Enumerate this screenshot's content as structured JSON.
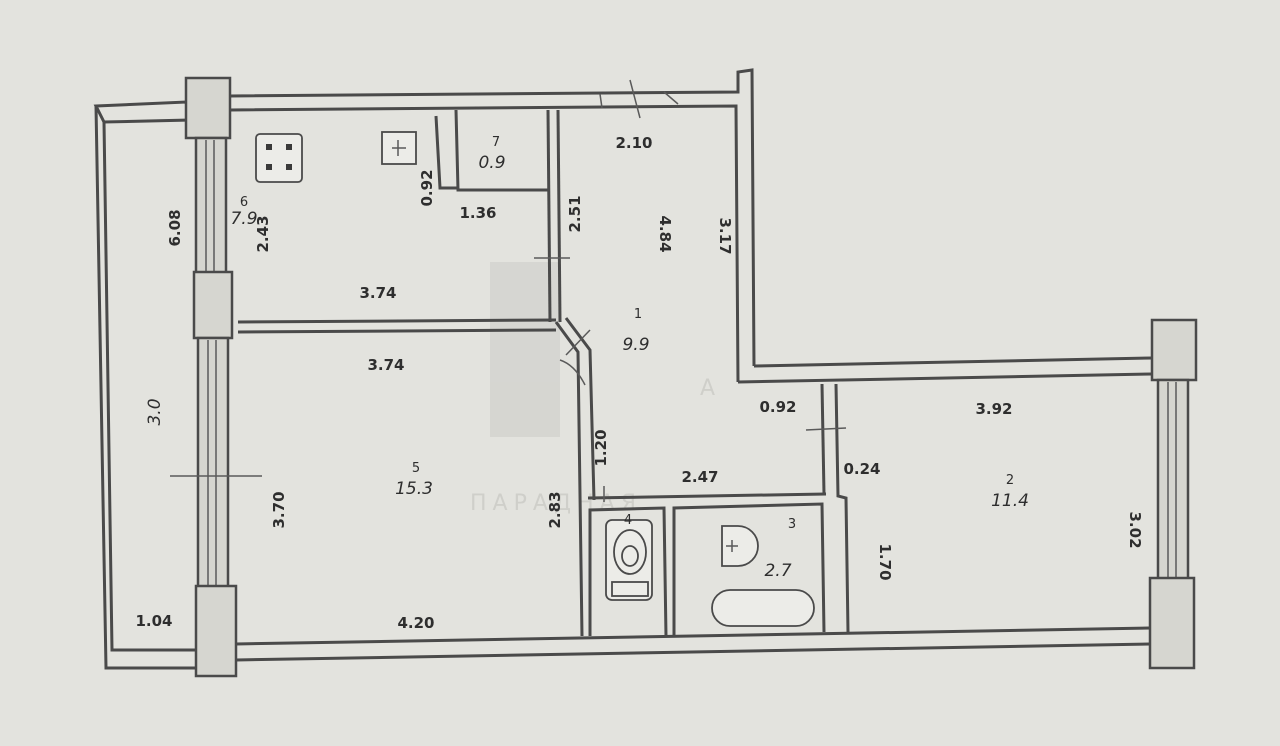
{
  "rooms": [
    {
      "id": "loggia",
      "area": "3.0"
    },
    {
      "id": "kitchen",
      "number": "6",
      "area": "7.9"
    },
    {
      "id": "pantry",
      "number": "7",
      "area": "0.9"
    },
    {
      "id": "hall",
      "number": "1",
      "area": "9.9"
    },
    {
      "id": "living",
      "number": "5",
      "area": "15.3"
    },
    {
      "id": "toilet",
      "number": "4"
    },
    {
      "id": "bath",
      "number": "3",
      "area": "2.7"
    },
    {
      "id": "bedroom",
      "number": "2",
      "area": "11.4"
    }
  ],
  "dimensions": [
    "6.08",
    "2.43",
    "0.92",
    "1.36",
    "3.74",
    "2.51",
    "2.10",
    "4.84",
    "3.17",
    "3.74",
    "3.70",
    "4.20",
    "1.04",
    "1.20",
    "2.83",
    "2.47",
    "0.92",
    "3.92",
    "0.24",
    "1.70",
    "3.02"
  ],
  "watermark": {
    "text": "ПАРАДНАЯ",
    "letter": "A"
  },
  "colors": {
    "paper": "#e3e3de",
    "line": "#4a4a4a",
    "text": "#2e2e2e",
    "watermark": "#c9c9c4"
  },
  "icons": [
    "stove-icon",
    "sink-icon",
    "toilet-icon",
    "washbasin-icon",
    "bathtub-icon"
  ]
}
